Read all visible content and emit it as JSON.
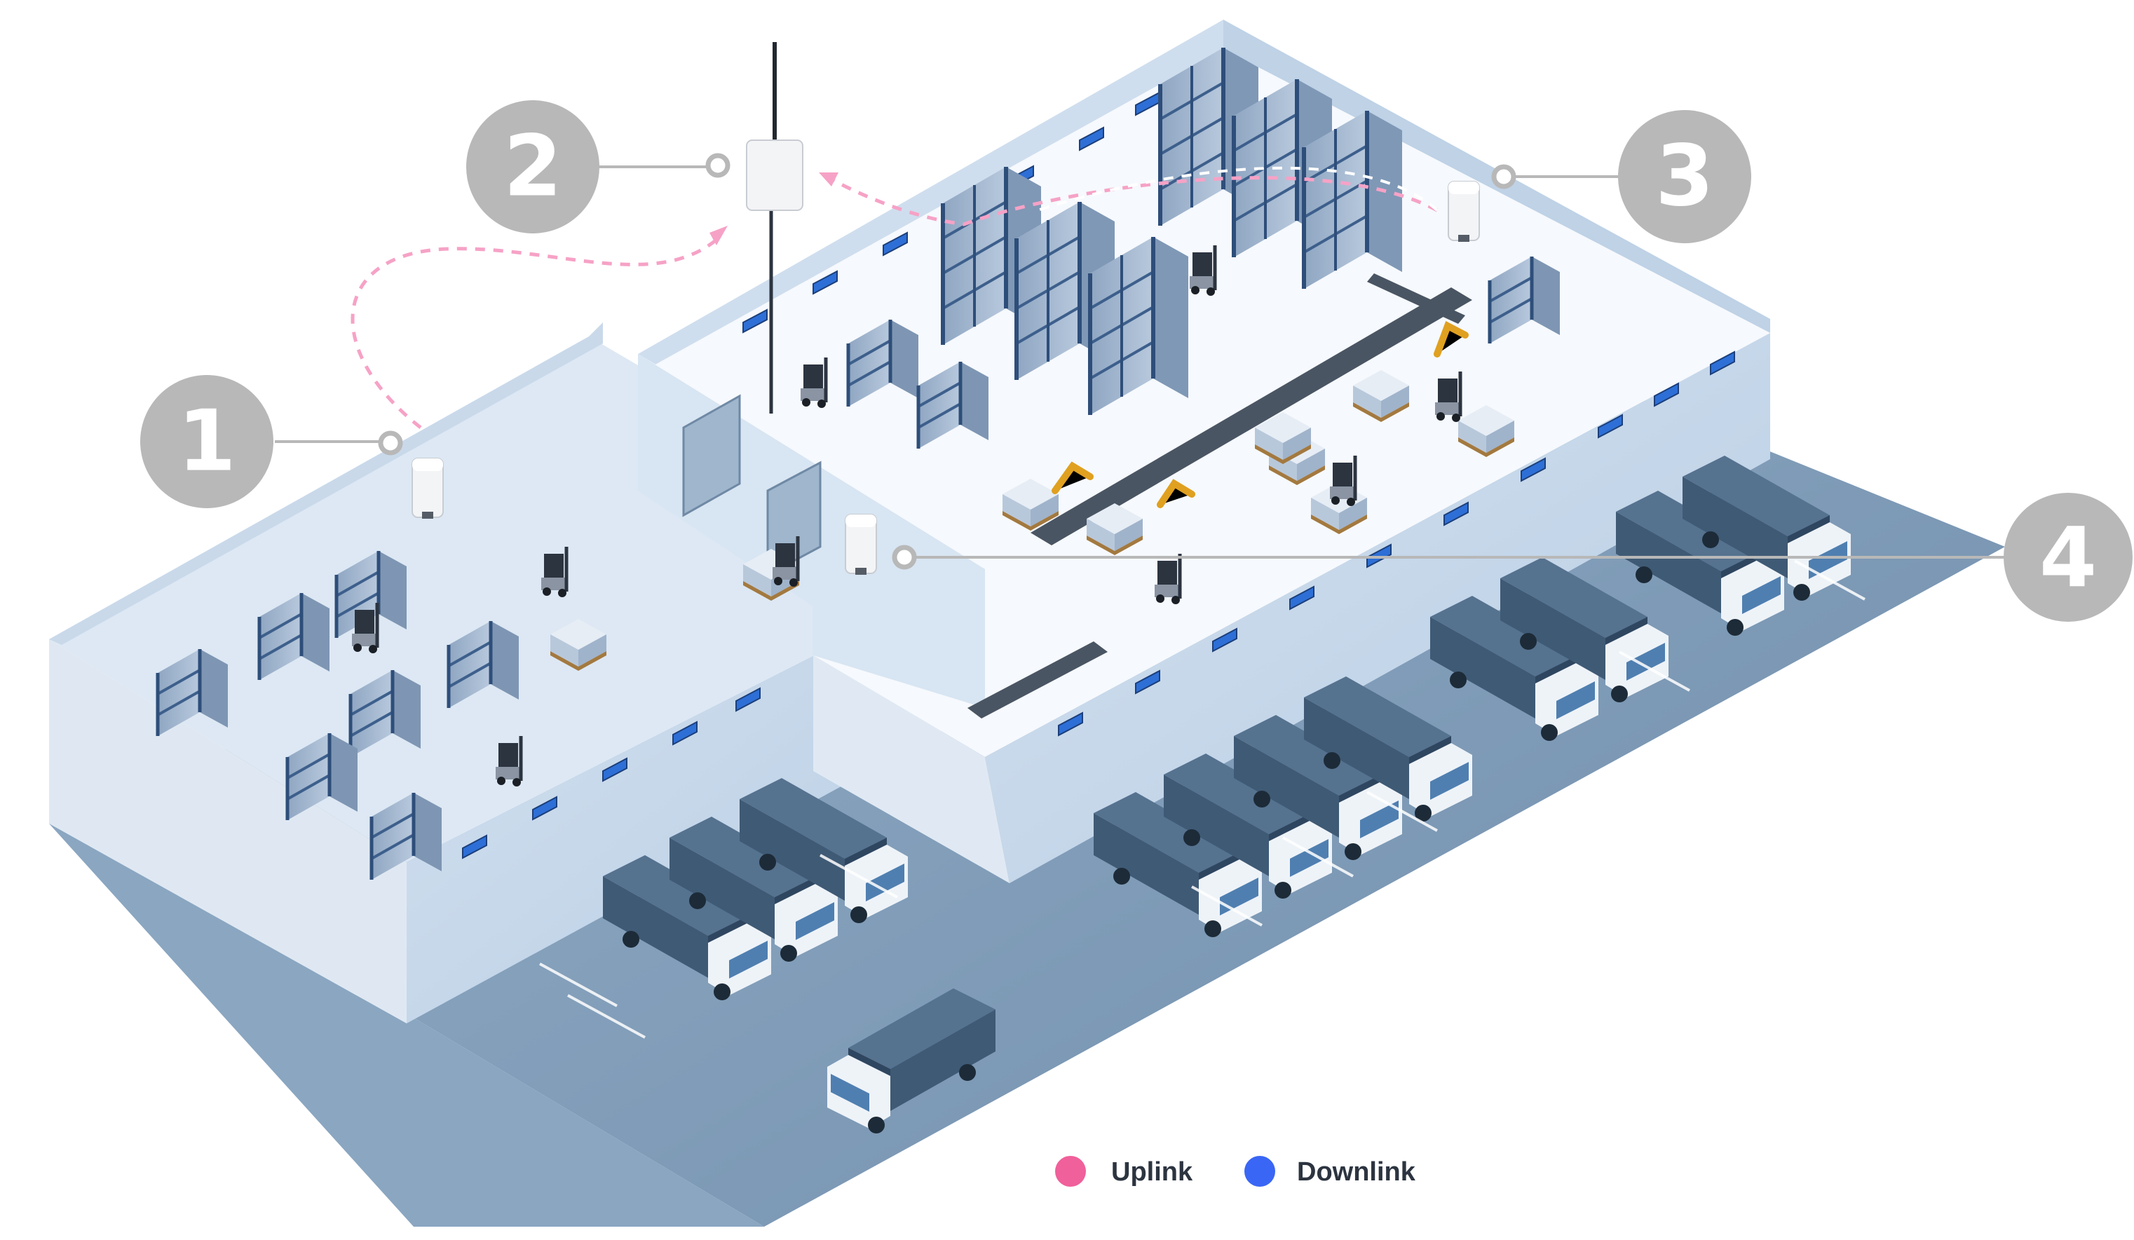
{
  "markers": [
    {
      "number": "1",
      "device": "gateway-sensor"
    },
    {
      "number": "2",
      "device": "base-station-antenna"
    },
    {
      "number": "3",
      "device": "gateway-sensor"
    },
    {
      "number": "4",
      "device": "gateway-sensor"
    }
  ],
  "legend": {
    "uplink": {
      "label": "Uplink",
      "color": "#f0609a"
    },
    "downlink": {
      "label": "Downlink",
      "color": "#3a66f5"
    }
  },
  "colors": {
    "floor_main": "#f4f8fd",
    "floor_cold": "#dfeaf6",
    "wall_side": "#c6d8ea",
    "wall_inner": "#d9e6f3",
    "ground": "#7f9cb8",
    "marker": "#b8b8b8",
    "truck_cargo": "#3f5a75"
  }
}
